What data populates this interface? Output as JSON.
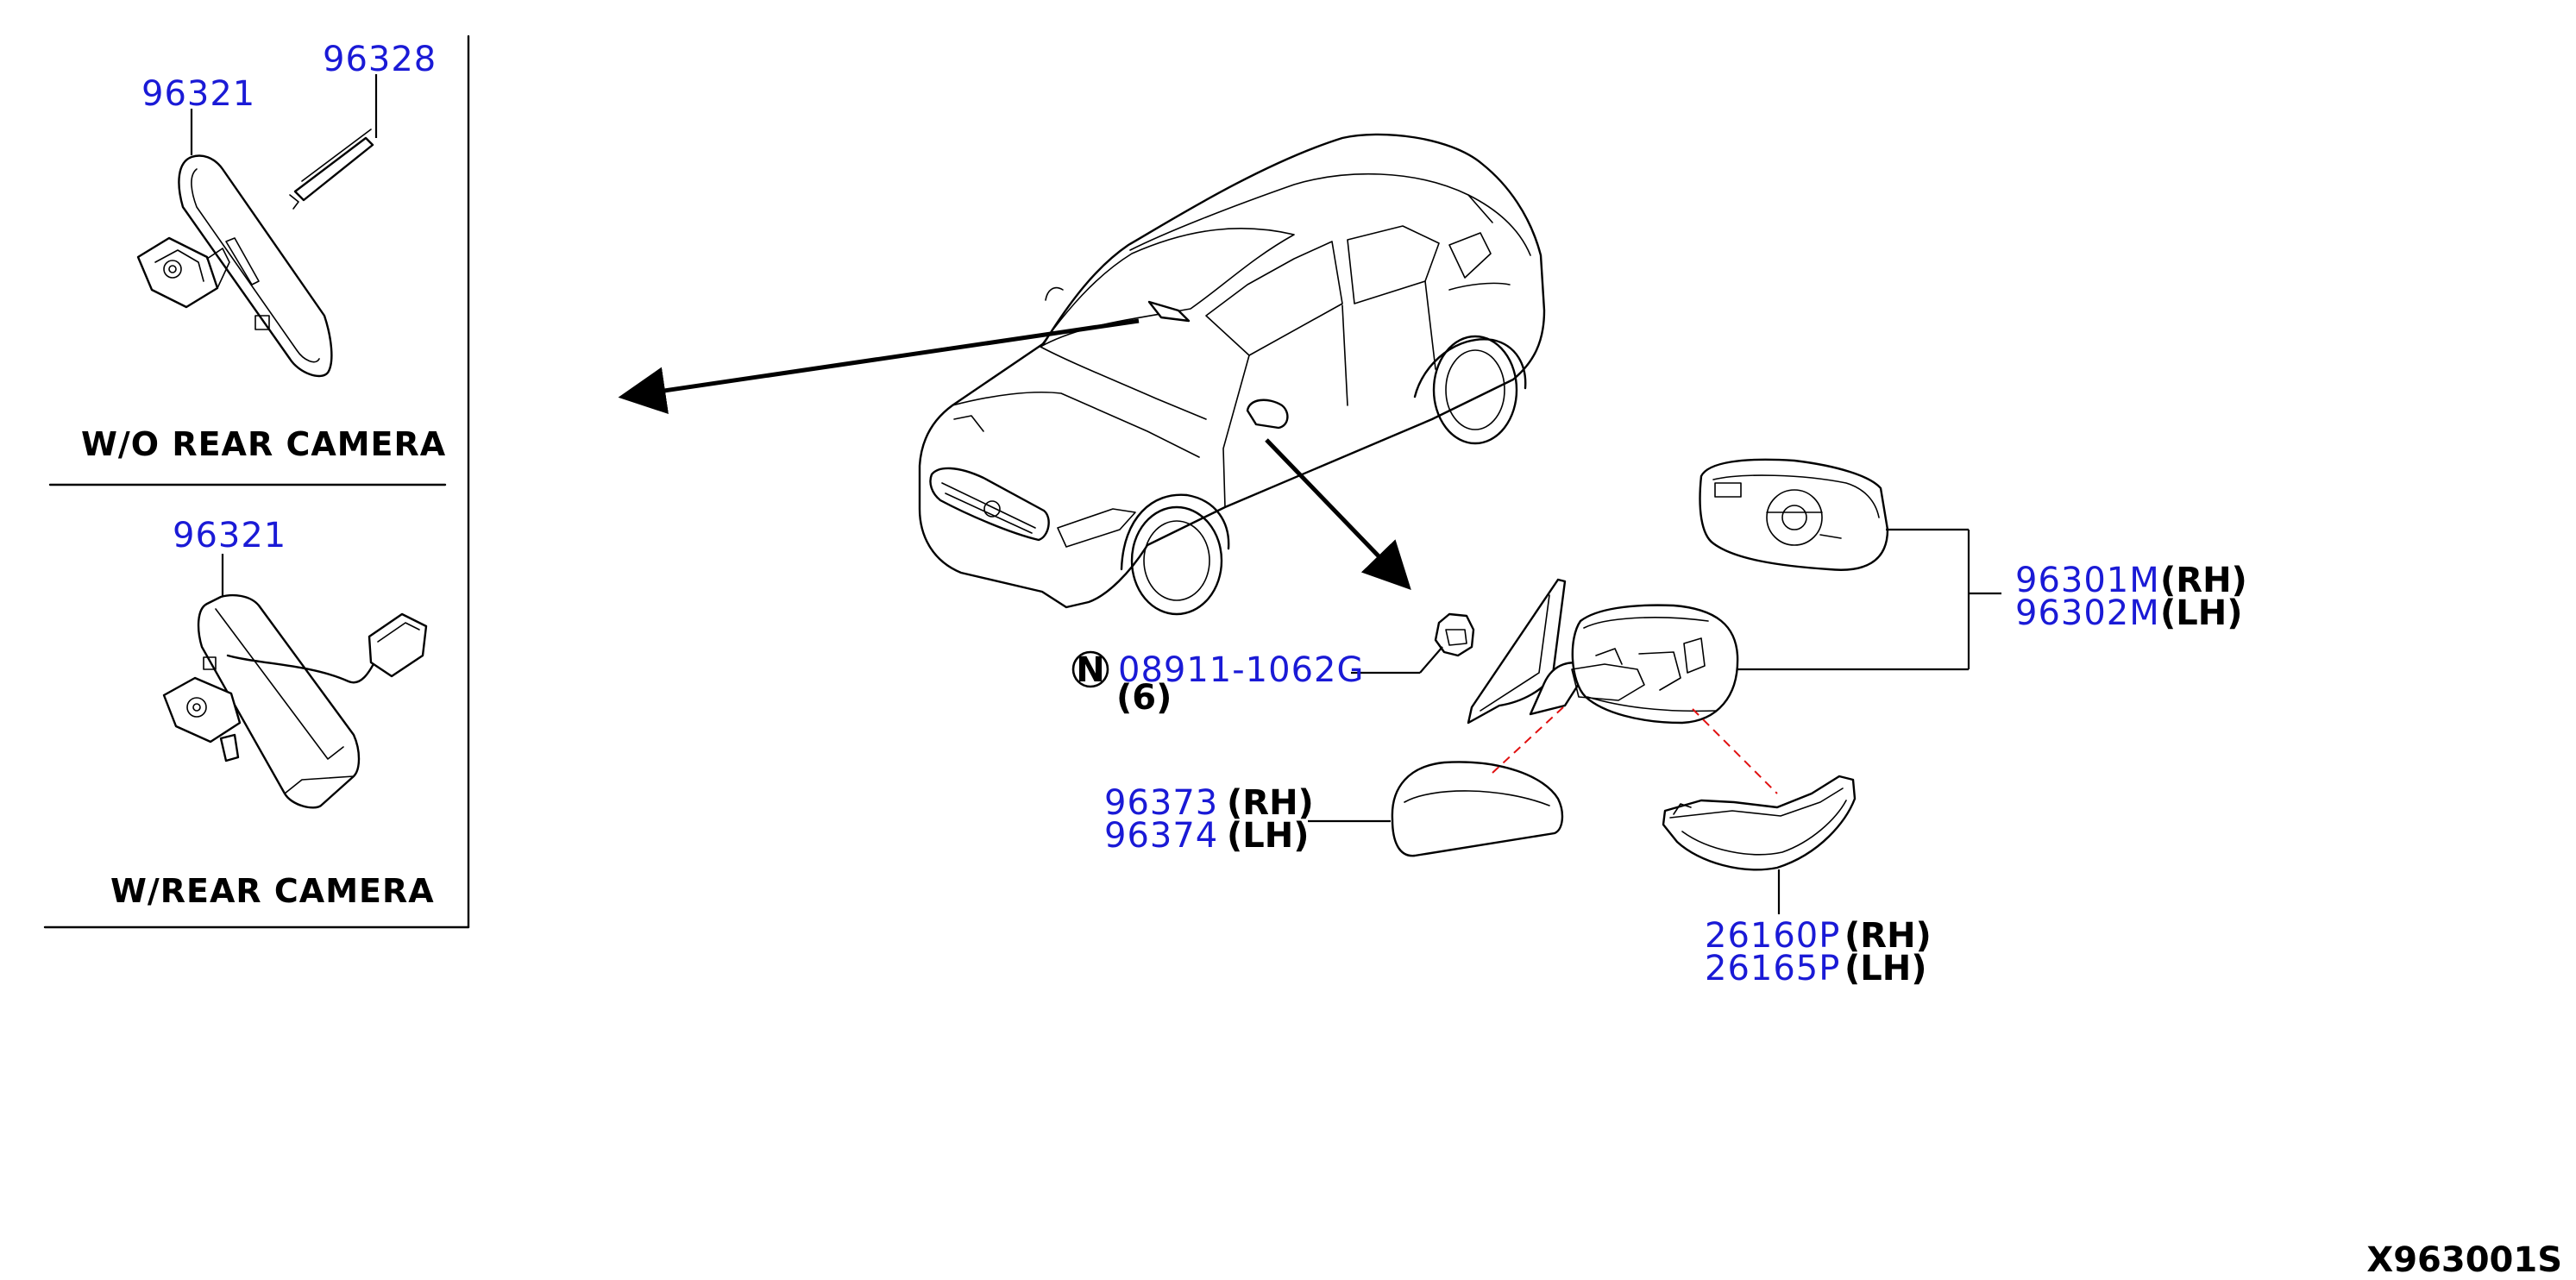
{
  "sections": {
    "without_camera": {
      "caption": "W/O REAR CAMERA",
      "mirror_part": "96321",
      "bracket_part": "96328"
    },
    "with_camera": {
      "caption": "W/REAR CAMERA",
      "mirror_part": "96321"
    }
  },
  "callouts": {
    "mirror_glass": {
      "part_rh": "96301M",
      "side_rh": "(RH)",
      "part_lh": "96302M",
      "side_lh": "(LH)"
    },
    "nut": {
      "symbol": "N",
      "part": "08911-1062G",
      "qty": "(6)"
    },
    "cover": {
      "part_rh": "96373",
      "side_rh": "(RH)",
      "part_lh": "96374",
      "side_lh": "(LH)"
    },
    "turn_lamp": {
      "part_rh": "26160P",
      "side_rh": "(RH)",
      "part_lh": "26165P",
      "side_lh": "(LH)"
    }
  },
  "diagram_ref": "X963001S",
  "colors": {
    "part_number": "#1a1ad6",
    "assembly_dash": "#e01010",
    "line": "#000000"
  }
}
